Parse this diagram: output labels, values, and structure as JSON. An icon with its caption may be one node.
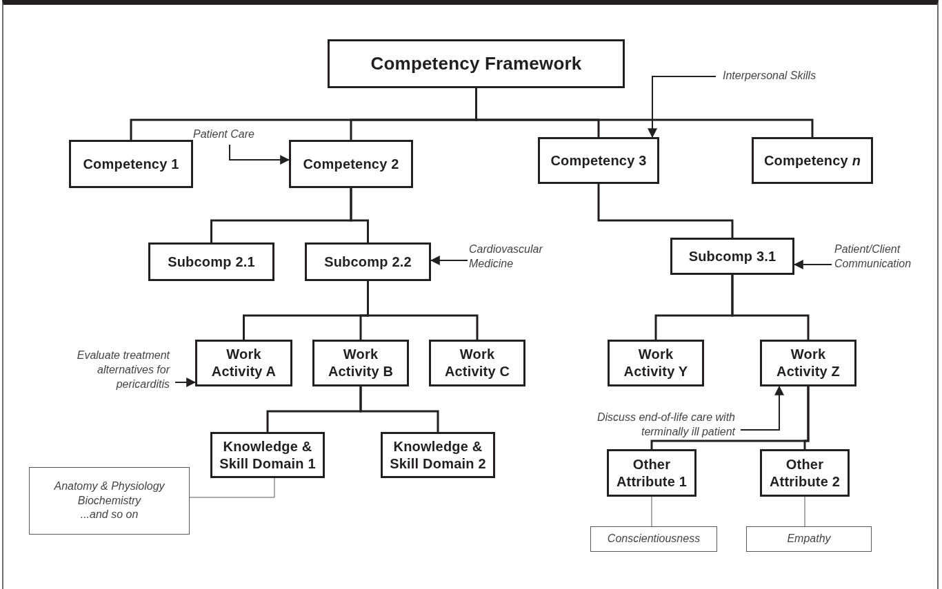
{
  "diagram": {
    "nodes": [
      {
        "text": [
          "Competency Framework"
        ]
      },
      {
        "text": [
          "Competency 1"
        ]
      },
      {
        "text": [
          "Competency 2"
        ]
      },
      {
        "text": [
          "Competency 3"
        ]
      },
      {
        "text": [
          "Competency *n*"
        ]
      },
      {
        "text": [
          "Subcomp 2.1"
        ]
      },
      {
        "text": [
          "Subcomp 2.2"
        ]
      },
      {
        "text": [
          "Subcomp 3.1"
        ]
      },
      {
        "text": [
          "Work Activity A"
        ]
      },
      {
        "text": [
          "Work Activity B"
        ]
      },
      {
        "text": [
          "Work Activity C"
        ]
      },
      {
        "text": [
          "Work Activity Y"
        ]
      },
      {
        "text": [
          "Work Activity Z"
        ]
      },
      {
        "text": [
          "Knowledge & Skill Domain 1"
        ]
      },
      {
        "text": [
          "Knowledge & Skill Domain 2"
        ]
      },
      {
        "text": [
          "Other Attribute 1"
        ]
      },
      {
        "text": [
          "Other Attribute 2"
        ]
      },
      {
        "text": [
          "Conscientiousness"
        ]
      },
      {
        "text": [
          "Empathy"
        ]
      },
      {
        "text": [
          "Anatomy & Physiology",
          "Biochemistry",
          "...and so on"
        ]
      },
      {
        "text": [
          "Patient Care"
        ]
      },
      {
        "text": [
          "Interpersonal Skills"
        ]
      },
      {
        "text": [
          "Cardiovascular Medicine"
        ]
      },
      {
        "text": [
          "Patient/Client Communication"
        ]
      },
      {
        "text": [
          "Evaluate treatment alternatives for pericarditis"
        ]
      },
      {
        "text": [
          "Discuss end-of-life care with terminally ill patient"
        ]
      }
    ],
    "edges": [
      {
        "from": 0,
        "to": 1,
        "arrow": "none"
      },
      {
        "from": 0,
        "to": 2,
        "arrow": "none"
      },
      {
        "from": 0,
        "to": 3,
        "arrow": "none"
      },
      {
        "from": 0,
        "to": 4,
        "arrow": "none"
      },
      {
        "from": 2,
        "to": 5,
        "arrow": "none"
      },
      {
        "from": 2,
        "to": 6,
        "arrow": "none"
      },
      {
        "from": 3,
        "to": 7,
        "arrow": "none"
      },
      {
        "from": 6,
        "to": 8,
        "arrow": "none"
      },
      {
        "from": 6,
        "to": 9,
        "arrow": "none"
      },
      {
        "from": 6,
        "to": 10,
        "arrow": "none"
      },
      {
        "from": 7,
        "to": 11,
        "arrow": "none"
      },
      {
        "from": 7,
        "to": 12,
        "arrow": "none"
      },
      {
        "from": 9,
        "to": 13,
        "arrow": "none"
      },
      {
        "from": 9,
        "to": 14,
        "arrow": "none"
      },
      {
        "from": 12,
        "to": 15,
        "arrow": "none"
      },
      {
        "from": 12,
        "to": 16,
        "arrow": "none"
      },
      {
        "from": 15,
        "to": 17,
        "arrow": "none"
      },
      {
        "from": 16,
        "to": 18,
        "arrow": "none"
      },
      {
        "from": 19,
        "to": 13,
        "arrow": "none"
      },
      {
        "from": 20,
        "to": 2,
        "arrow": "to"
      },
      {
        "from": 21,
        "to": 3,
        "arrow": "to"
      },
      {
        "from": 22,
        "to": 6,
        "arrow": "to"
      },
      {
        "from": 23,
        "to": 7,
        "arrow": "to"
      },
      {
        "from": 24,
        "to": 8,
        "arrow": "to"
      },
      {
        "from": 25,
        "to": 12,
        "arrow": "to"
      }
    ]
  }
}
